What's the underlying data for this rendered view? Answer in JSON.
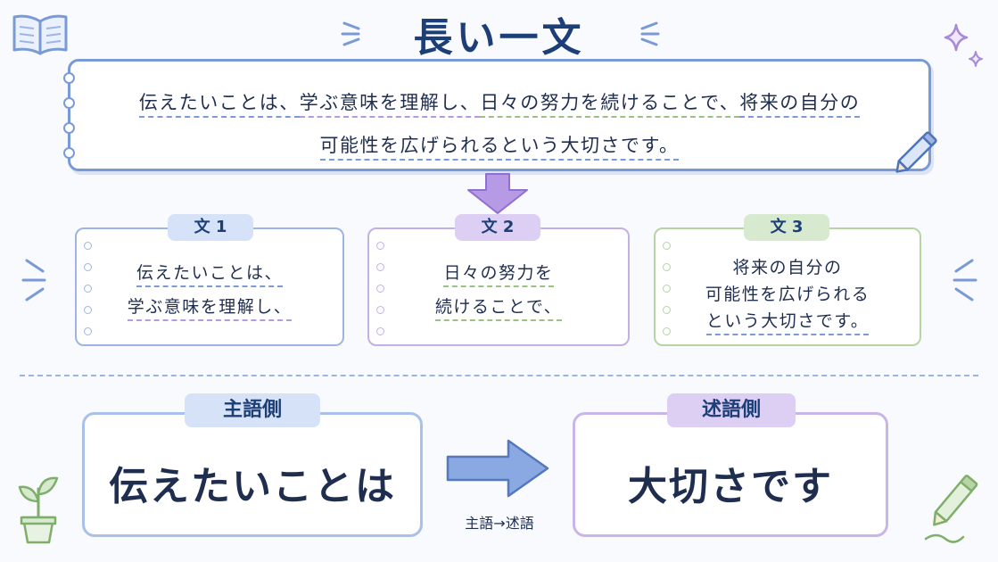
{
  "title": "長い一文",
  "long_sentence": {
    "line1": [
      "伝えたいことは、",
      "学ぶ意味を理解し、",
      "日々の努力を続けることで、",
      "将来の自分の"
    ],
    "line2": "可能性を広げられるという大切さです。"
  },
  "sentences": [
    {
      "label": "文 1",
      "lines": [
        "伝えたいことは、",
        "学ぶ意味を理解し、"
      ]
    },
    {
      "label": "文 2",
      "lines": [
        "日々の努力を",
        "続けることで、"
      ]
    },
    {
      "label": "文 3",
      "lines": [
        "将来の自分の",
        "可能性を広げられる",
        "という大切さです。"
      ]
    }
  ],
  "subject": {
    "label": "主語側",
    "text": "伝えたいことは"
  },
  "predicate": {
    "label": "述語側",
    "text": "大切さです"
  },
  "arrow_label": "主語→述語",
  "colors": {
    "blue": "#7a9ad6",
    "purple": "#a88ad8",
    "green": "#9ac383",
    "navy": "#1d3f78"
  }
}
